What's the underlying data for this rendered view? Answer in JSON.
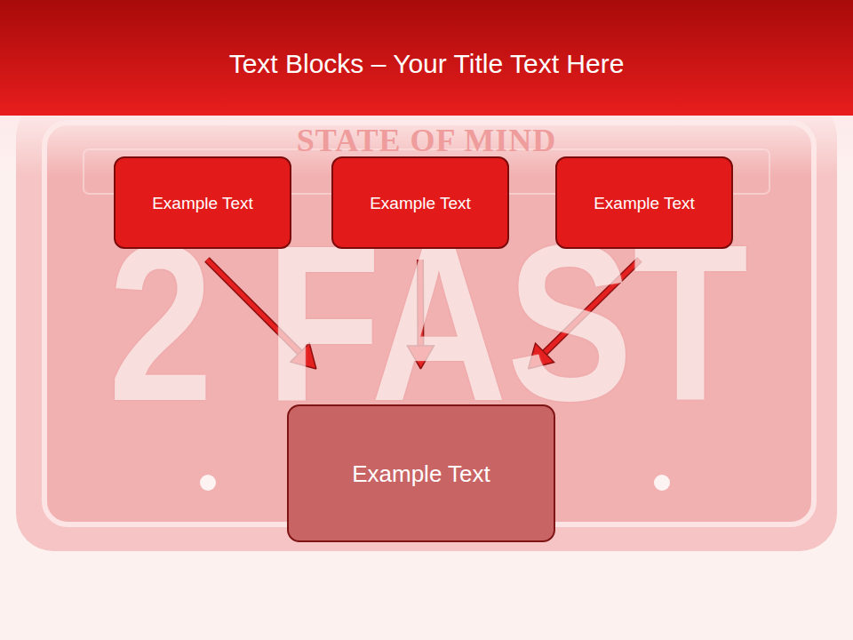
{
  "diagram": {
    "title": "Text Blocks – Your Title Text Here",
    "nodes": [
      {
        "text": [
          "Example Text"
        ]
      },
      {
        "text": [
          "Example Text"
        ]
      },
      {
        "text": [
          "Example Text"
        ]
      },
      {
        "text": [
          "Example Text"
        ]
      }
    ],
    "edges": [
      {
        "from": 0,
        "to": 3,
        "arrow": "to"
      },
      {
        "from": 1,
        "to": 3,
        "arrow": "to"
      },
      {
        "from": 2,
        "to": 3,
        "arrow": "to"
      }
    ],
    "labels": [
      "STATE OF MIND",
      "2 FAST"
    ]
  }
}
